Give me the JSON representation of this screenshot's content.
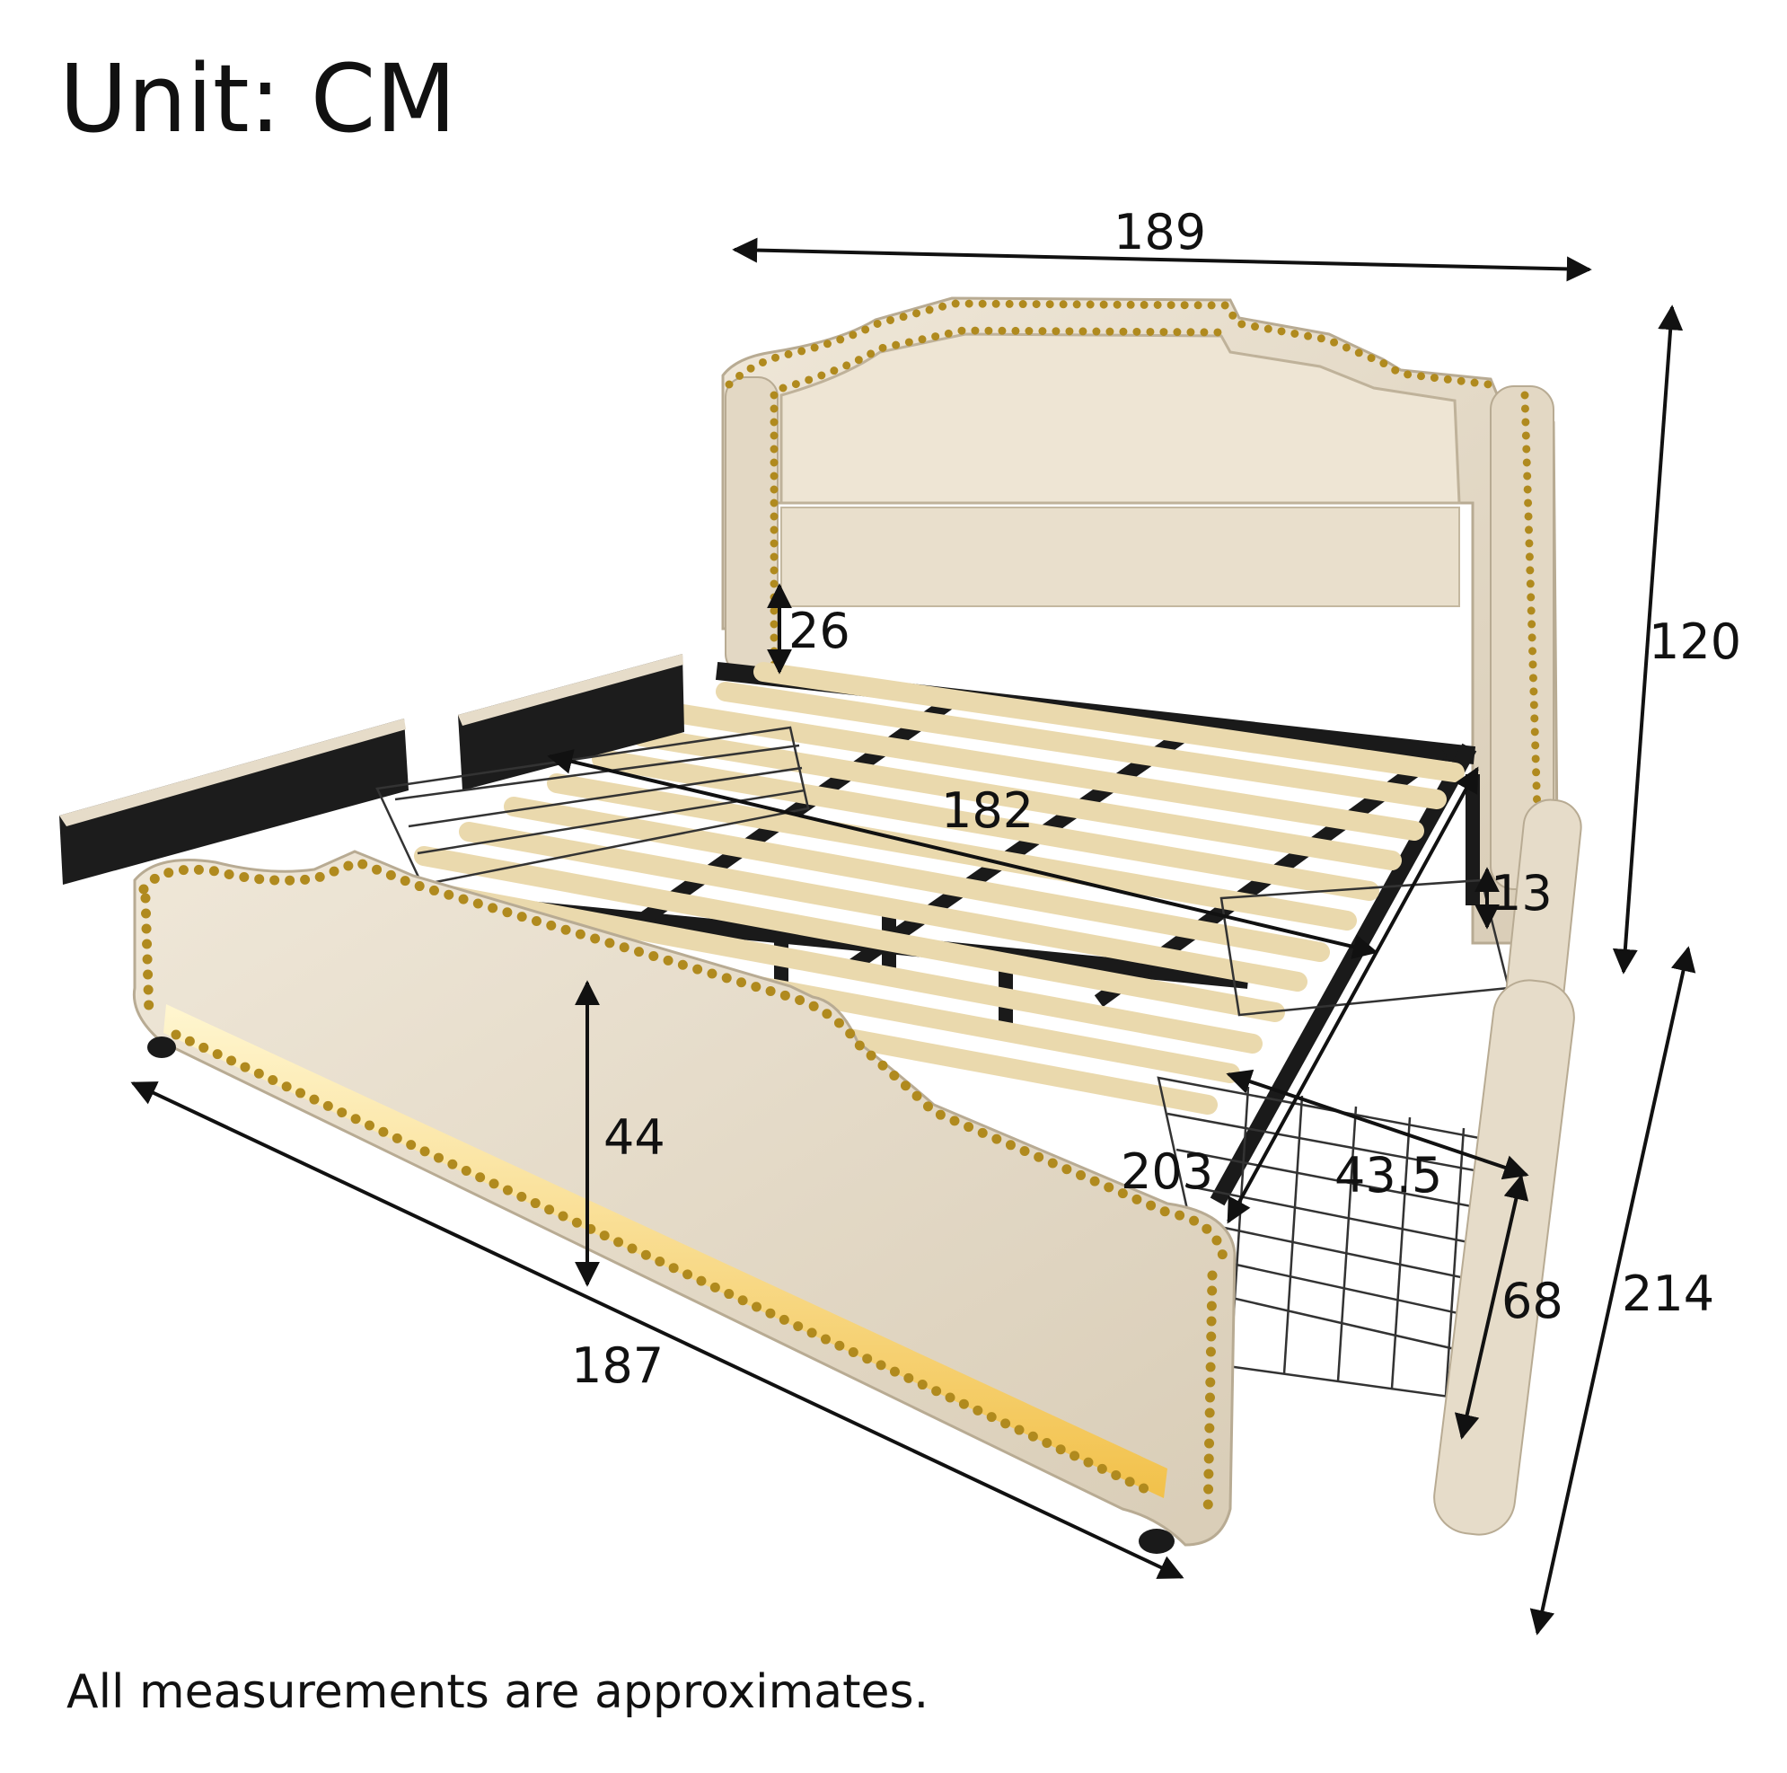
{
  "header": {
    "unit_label": "Unit: CM"
  },
  "footer": {
    "note": "All measurements are approximates."
  },
  "product": {
    "colors": {
      "upholstery": "#e6dcc9",
      "nailhead": "#b08a1e",
      "frame": "#1a1a1a",
      "slats": "#efe0b8",
      "led": "#ffd66a"
    }
  },
  "dimensions": {
    "headboard_width": "189",
    "total_height": "120",
    "headboard_gap": "26",
    "inner_length": "182",
    "clearance": "13",
    "footboard_height": "44",
    "total_length": "203",
    "drawer_depth": "43.5",
    "drawer_width": "68",
    "side_length": "214",
    "footboard_width": "187"
  }
}
